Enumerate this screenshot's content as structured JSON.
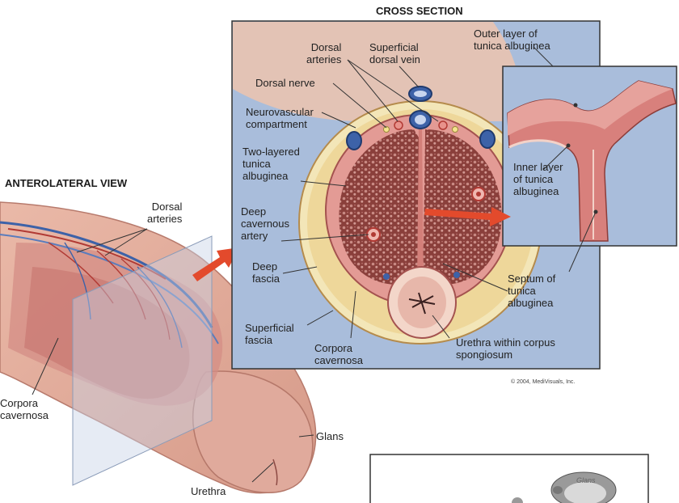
{
  "headings": {
    "anterolateral": "ANTEROLATERAL VIEW",
    "cross_section": "CROSS SECTION"
  },
  "labels": {
    "dorsal_arteries_left": "Dorsal\narteries",
    "corpora_cavernosa_left": "Corpora\ncavernosa",
    "glans": "Glans",
    "urethra": "Urethra",
    "dorsal_arteries": "Dorsal\narteries",
    "superficial_dorsal_vein": "Superficial\ndorsal vein",
    "dorsal_nerve": "Dorsal nerve",
    "neurovascular_compartment": "Neurovascular\ncompartment",
    "two_layered_tunica": "Two-layered\ntunica\nalbuginea",
    "deep_cavernous_artery": "Deep\ncavernous\nartery",
    "deep_fascia": "Deep\nfascia",
    "superficial_fascia": "Superficial\nfascia",
    "corpora_cavernosa": "Corpora\ncavernosa",
    "urethra_within": "Urethra within corpus\nspongiosum",
    "outer_layer": "Outer layer of\ntunica albuginea",
    "inner_layer": "Inner layer\nof tunica\nalbuginea",
    "septum": "Septum of\ntunica\nalbuginea",
    "glans_small": "Glans"
  },
  "credit": "© 2004, MediVisuals, Inc.",
  "colors": {
    "tissue": "#c9867f",
    "tissue_dark": "#a4524f",
    "vessel_blue": "#3d62a8",
    "fat": "#efe1a6",
    "panel_bg": "#a9bddb",
    "arrow": "#e34a2c"
  }
}
